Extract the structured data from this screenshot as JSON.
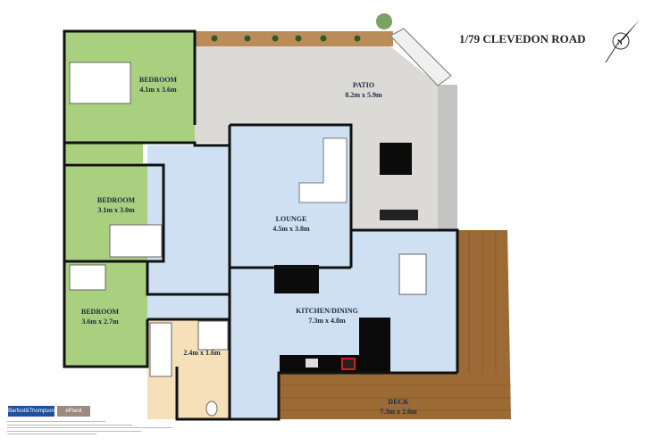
{
  "title": "1/79 CLEVEDON ROAD",
  "rooms": [
    {
      "name": "BEDROOM",
      "dims": "4.1m x 3.6m"
    },
    {
      "name": "PATIO",
      "dims": "8.2m x 5.9m"
    },
    {
      "name": "BEDROOM",
      "dims": "3.1m x 3.0m"
    },
    {
      "name": "LOUNGE",
      "dims": "4.5m x 3.8m"
    },
    {
      "name": "KITCHEN/DINING",
      "dims": "7.3m x 4.8m"
    },
    {
      "name": "BEDROOM",
      "dims": "3.6m x 2.7m"
    },
    {
      "name": "",
      "dims": "2.4m x 1.6m"
    },
    {
      "name": "DECK",
      "dims": "7.3m x 2.0m"
    }
  ],
  "logos": {
    "agency": "Barfoot&Thompson",
    "partner": "ePlanit"
  },
  "colors": {
    "bedroom": "#a8d07f",
    "living": "#cfe0f2",
    "patio": "#dcdad6",
    "deck": "#9c6a35",
    "bathroom": "#f6e0b9",
    "walls": "#111111",
    "counter": "#0b0b0b",
    "agency": "#1f4fa0",
    "partner": "#9a8a80"
  },
  "icons": [
    "compass-north-icon",
    "bed-icon",
    "sofa-icon",
    "dining-table-icon",
    "bbq-icon",
    "bath-icon",
    "toilet-icon",
    "sink-icon",
    "hob-icon"
  ]
}
